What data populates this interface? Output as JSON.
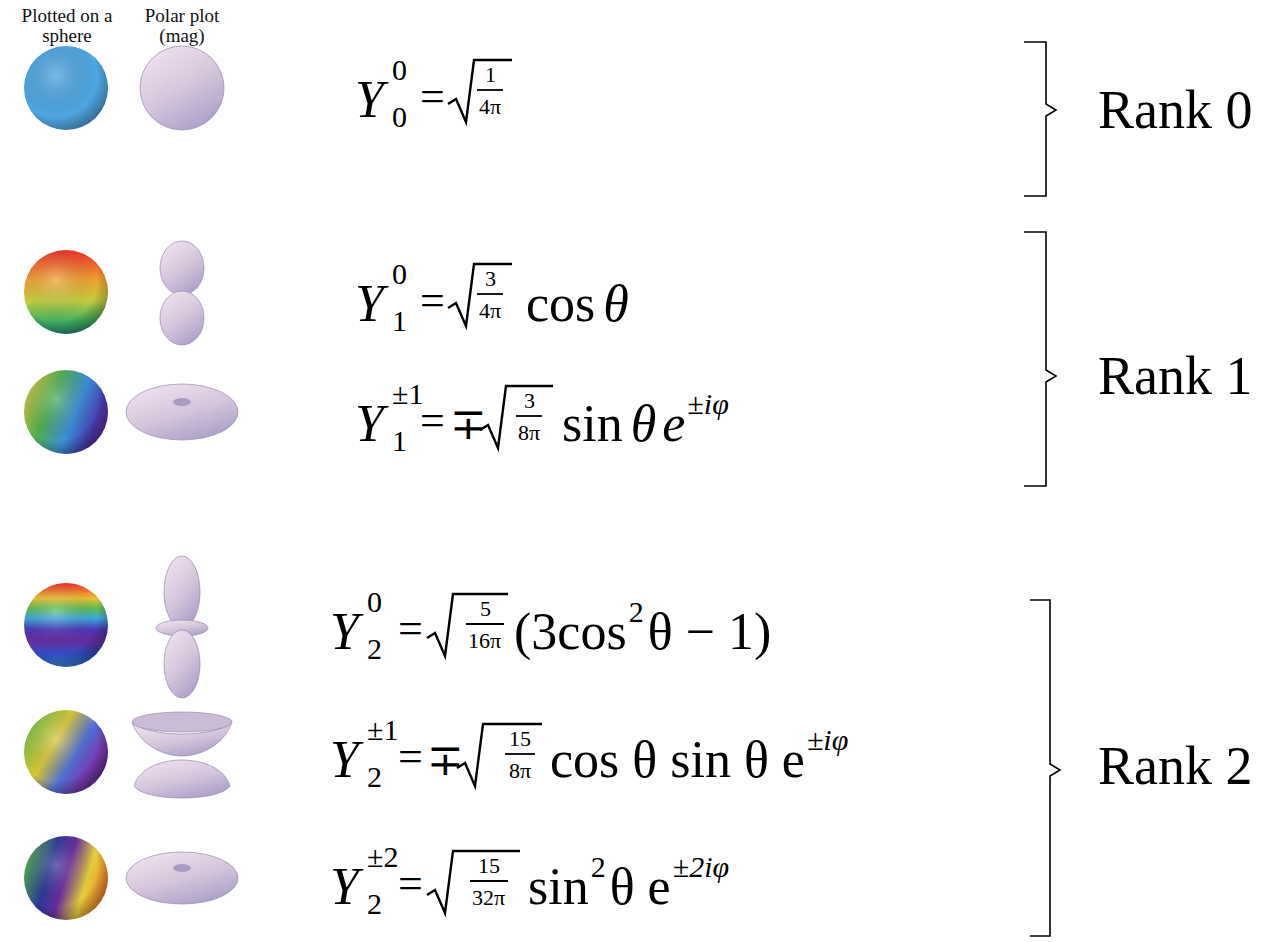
{
  "diagram": {
    "labels": [
      "Plotted on a sphere",
      "Polar plot (mag)",
      "Y",
      "0",
      "0",
      "=",
      "1",
      "4π",
      "Rank 0",
      "Y",
      "0",
      "1",
      "=",
      "3",
      "4π",
      "cos",
      "θ",
      "Y",
      "±1",
      "1",
      "=",
      "∓",
      "3",
      "8π",
      "sin",
      "θ",
      "e",
      "±iφ",
      "Rank 1",
      "Y",
      "0",
      "2",
      "=",
      "5",
      "16π",
      "(3cos",
      "2",
      "θ − 1)",
      "Y",
      "±1",
      "2",
      "=",
      "∓",
      "15",
      "8π",
      "cos θ sin θ e",
      "±iφ",
      "Y",
      "±2",
      "2",
      "=",
      "15",
      "32π",
      "sin",
      "2",
      "θ e",
      "±2iφ",
      "Rank 2"
    ]
  }
}
